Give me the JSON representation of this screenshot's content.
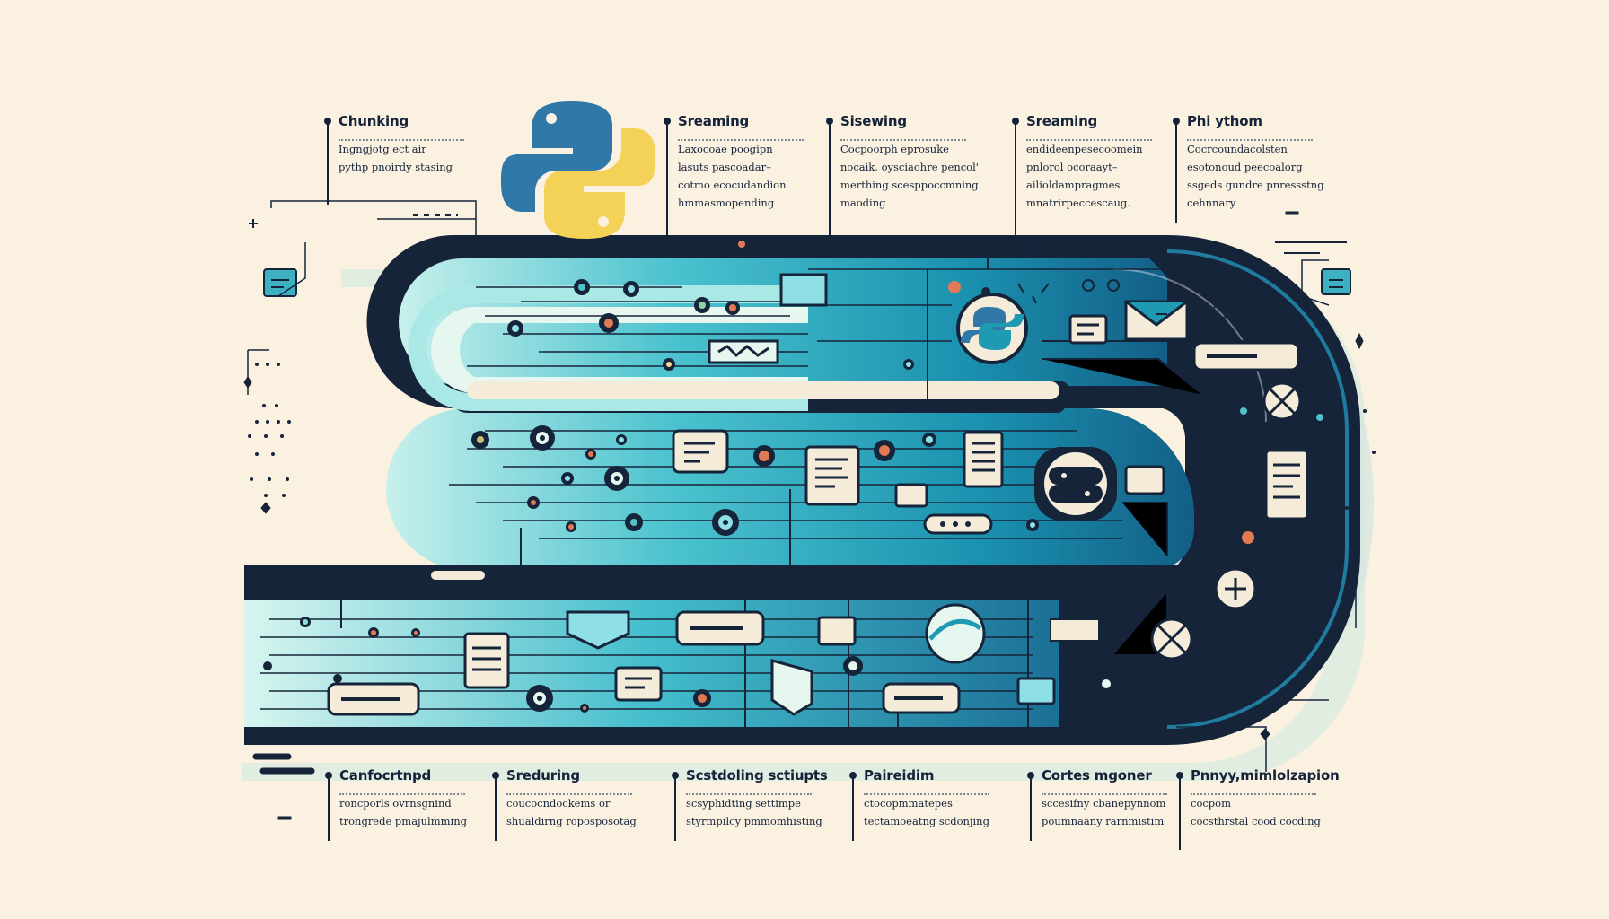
{
  "top_labels": [
    {
      "title": "Chunking",
      "lines": [
        "Ingngjotg ect air",
        "pythp pnoirdy stasing"
      ]
    },
    {
      "title": "Sreaming",
      "lines": [
        "Laxocoae poogipn",
        "lasuts pascoadar–",
        "cotmo ecocudandion",
        "hmmasmopending"
      ]
    },
    {
      "title": "Sisewing",
      "lines": [
        "Cocpoorph eprosuke",
        "nocaik, oysciaohre pencol'",
        "merthing scesppoccmning",
        "maoding"
      ]
    },
    {
      "title": "Sreaming",
      "lines": [
        "endideenpesecoomein",
        "pnlorol ocoraayt–",
        "ailioldampragmes",
        "mnatrirpeccescaug."
      ]
    },
    {
      "title": "Phi ythom",
      "lines": [
        "Cocrcoundacolsten",
        "esotonoud peecoalorg",
        "ssgeds gundre pnressstng",
        "cehnnary"
      ]
    }
  ],
  "bottom_labels": [
    {
      "title": "Canfocrtnpd",
      "lines": [
        "roncporls ovrnsgnind",
        "trongrede pmajulmming"
      ]
    },
    {
      "title": "Sreduring",
      "lines": [
        "coucocndockems or",
        "shualdirng roposposotag"
      ]
    },
    {
      "title": "Scstdoling sctiupts",
      "lines": [
        "scsyphidting settimpe",
        "styrmpilcy pmmomhisting"
      ]
    },
    {
      "title": "Paireidim",
      "lines": [
        "ctocopmmatepes",
        "tectamoeatng scdonjing"
      ]
    },
    {
      "title": "Cortes mgoner",
      "lines": [
        "sccesifny cbanepynnom",
        "poumnaany rarnmistim"
      ]
    },
    {
      "title": "Pnnyy,mimlolzapion",
      "lines": [
        "cocpom",
        "cocsthrstal cood cocding"
      ]
    }
  ],
  "colors": {
    "background": "#fbf1e0",
    "navy": "#14233a",
    "teal": "#1f9ab3",
    "teal_light": "#8fe0e6",
    "python_blue": "#2f78a8",
    "python_yellow": "#f4d257",
    "accent_orange": "#e07a55"
  },
  "icons": [
    "python-logo",
    "envelope-icon",
    "document-icon",
    "gear-icon",
    "shuffle-icon",
    "chat-bubble-icon"
  ]
}
